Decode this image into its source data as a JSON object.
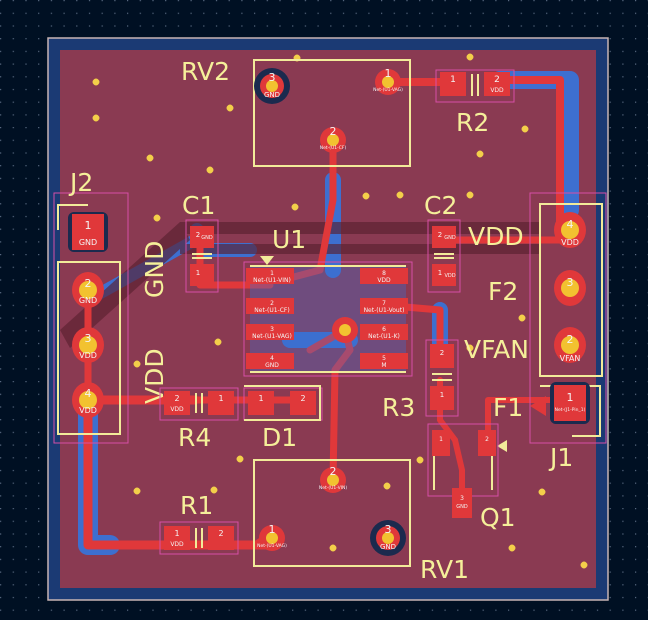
{
  "colors": {
    "background": "#001023",
    "grid": "#5a6b82",
    "board_copper": "#8a3a52",
    "zone_clearance": "#2a4f93",
    "trace_front": "#e0383a",
    "trace_back": "#3d6fd0",
    "pad": "#e0383a",
    "pad_hole": "#f2c230",
    "silkscreen": "#f2eb9a",
    "courtyard": "#d64fa6",
    "outline": "#c8b4b4",
    "via": "#f3cf4a"
  },
  "refdes": {
    "rv2": "RV2",
    "rv1": "RV1",
    "r2": "R2",
    "r1": "R1",
    "r3": "R3",
    "r4": "R4",
    "d1": "D1",
    "c1": "C1",
    "c2": "C2",
    "u1": "U1",
    "j1": "J1",
    "j2": "J2",
    "f1": "F1",
    "f2": "F2",
    "q1": "Q1"
  },
  "nets": {
    "gnd": "GND",
    "vdd": "VDD",
    "vfan": "VFAN"
  },
  "silk_text": {
    "vdd_right": "VDD",
    "vfan_right": "VFAN",
    "gnd_vertical": "GND",
    "vdd_vertical": "VDD"
  },
  "pins": {
    "rv2_1": "1",
    "rv2_2": "2",
    "rv2_3": "3",
    "rv1_1": "1",
    "rv1_2": "2",
    "rv1_3": "3",
    "j2_1": "1",
    "j2_2": "2",
    "j2_3": "3",
    "j2_4": "4",
    "j1_1": "1",
    "j1_2": "2",
    "j1_3": "3",
    "j1_4": "4",
    "r2_1": "1",
    "r2_2": "2",
    "r1_1": "1",
    "r1_2": "2",
    "r4_1": "1",
    "r4_2": "2",
    "d1_1": "1",
    "d1_2": "2",
    "c1_1": "1",
    "c1_2": "2",
    "c2_1": "1",
    "c2_2": "2",
    "r3_1": "1",
    "r3_2": "2",
    "q1_1": "1",
    "q1_2": "2",
    "q1_3": "3",
    "u1_1": "1",
    "u1_2": "2",
    "u1_3": "3",
    "u1_4": "4",
    "u1_5": "5",
    "u1_6": "6",
    "u1_7": "7",
    "u1_8": "8"
  },
  "pad_nets": {
    "rv2_1": "Net-(U1-VAG)",
    "rv2_2": "Net-(U1-CF)",
    "rv2_3": "GND",
    "rv1_1": "Net-(U1-VAG)",
    "rv1_2": "Net-(U1-VIN)",
    "rv1_3": "GND",
    "u1_1": "Net-(U1-VIN)",
    "u1_2": "Net-(U1-CF)",
    "u1_3": "Net-(U1-VAG)",
    "u1_4": "GND",
    "u1_5": "M",
    "u1_6": "Net-(U1-K)",
    "u1_7": "Net-(U1-Vout)",
    "u1_8": "VDD",
    "j1_1": "Net-(J1-Pin_1)",
    "r2_2": "VDD",
    "r4_2": "VDD",
    "r1_1": "VDD",
    "c1_2": "GND",
    "c2_2": "GND",
    "c2_1": "VDD",
    "j2_1": "GND",
    "j2_2": "GND",
    "j2_3": "VDD",
    "j2_4": "VDD",
    "j1_4": "VDD",
    "j1_2": "VFAN",
    "q1_3": "GND"
  }
}
